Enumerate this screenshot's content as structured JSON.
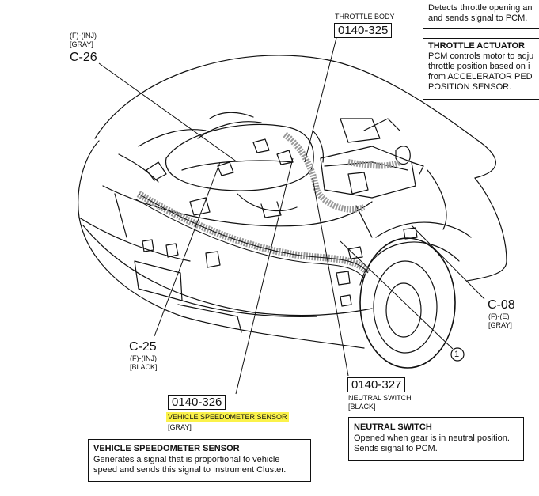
{
  "callouts": {
    "throttle_body_name": "THROTTLE BODY",
    "throttle_body_code": "0140-325",
    "c26_type": "(F)-(INJ)",
    "c26_color": "[GRAY]",
    "c26_id": "C-26",
    "c25_id": "C-25",
    "c25_type": "(F)-(INJ)",
    "c25_color": "[BLACK]",
    "c08_id": "C-08",
    "c08_type": "(F)-(E)",
    "c08_color": "[GRAY]",
    "circle_marker": "1",
    "vss_code": "0140-326",
    "vss_name": "VEHICLE SPEEDOMETER SENSOR",
    "vss_color": "[GRAY]",
    "neutral_code": "0140-327",
    "neutral_name": "NEUTRAL SWITCH",
    "neutral_color": "[BLACK]"
  },
  "boxes": {
    "top_partial": {
      "line1": "Detects throttle opening an",
      "line2": "and sends signal to PCM."
    },
    "throttle_actuator": {
      "title": "THROTTLE ACTUATOR",
      "line1": "PCM controls motor to adju",
      "line2": "throttle position based on i",
      "line3": "from ACCELERATOR PED",
      "line4": "POSITION SENSOR."
    },
    "neutral_switch": {
      "title": "NEUTRAL SWITCH",
      "line1": "Opened when gear is in neutral position.",
      "line2": "Sends signal to PCM."
    },
    "vehicle_speedometer": {
      "title": "VEHICLE SPEEDOMETER SENSOR",
      "line1": "Generates a signal that is proportional to vehicle",
      "line2": "speed and sends this signal to Instrument Cluster."
    }
  },
  "colors": {
    "highlight": "#fbf24a",
    "ink": "#111111"
  }
}
